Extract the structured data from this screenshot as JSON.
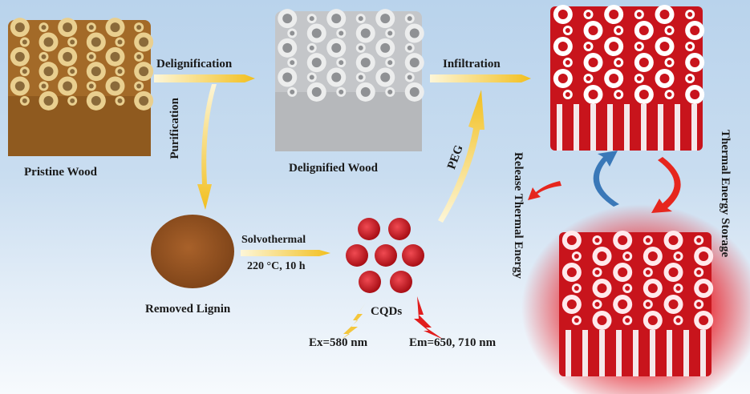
{
  "labels": {
    "pristine_wood": "Pristine Wood",
    "delignified_wood": "Delignified Wood",
    "removed_lignin": "Removed Lignin",
    "cqds": "CQDs",
    "delignification": "Delignification",
    "purification": "Purification",
    "infiltration": "Infiltration",
    "peg": "PEG",
    "solvothermal": "Solvothermal",
    "conditions": "220 °C, 10 h",
    "excitation": "Ex=580 nm",
    "emission": "Em=650, 710 nm",
    "thermal_storage": "Thermal Energy Storage",
    "release_thermal": "Release Thermal Energy"
  },
  "colors": {
    "wood": "#b07a35",
    "wood_top": "#e9cf8f",
    "delignified": "#d9dadc",
    "composite": "#c8141c",
    "arrow": "#f3c634",
    "cycle_blue": "#3a78b8",
    "cycle_red": "#e6261d"
  }
}
